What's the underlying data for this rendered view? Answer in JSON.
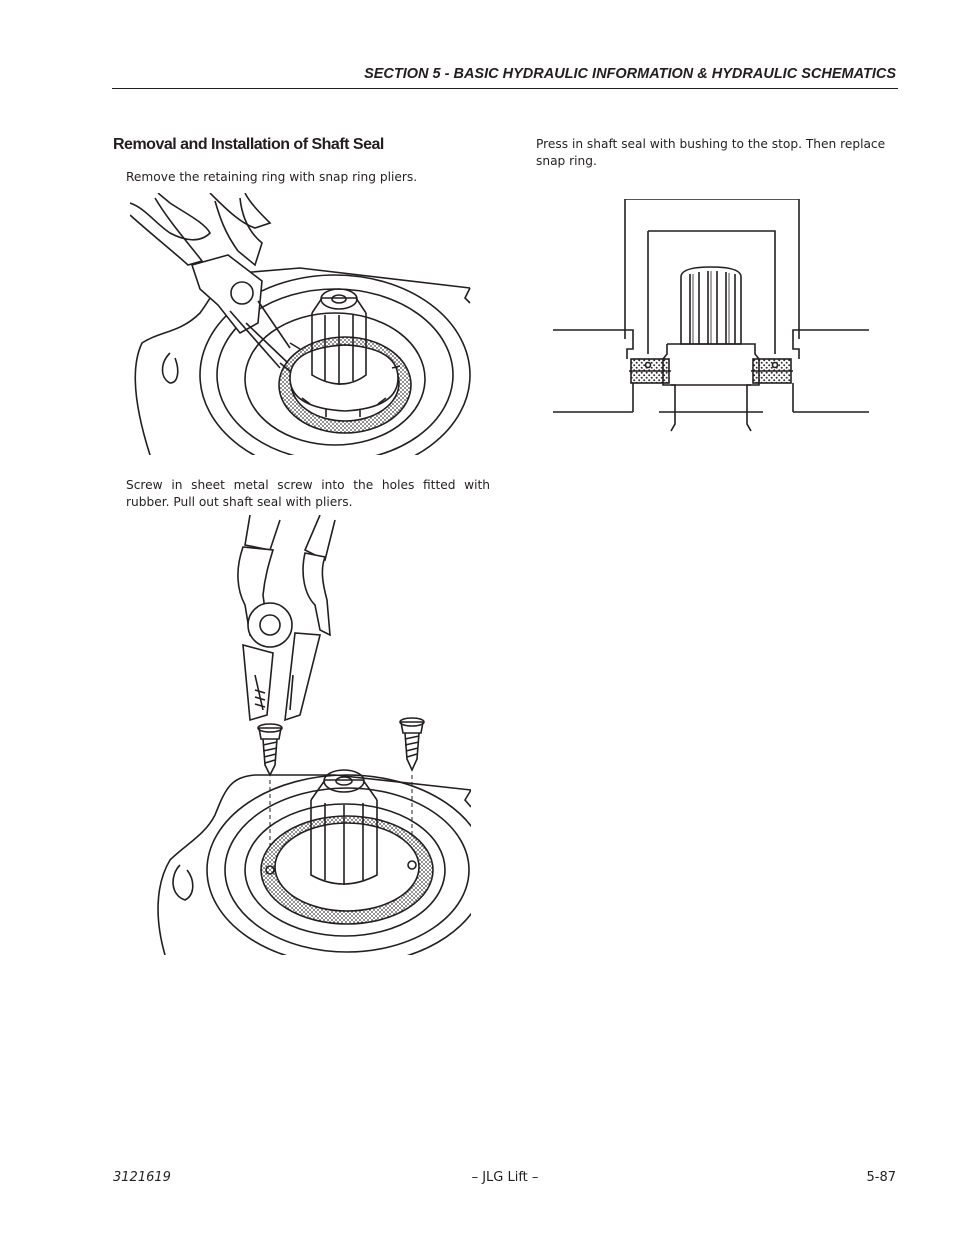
{
  "header": {
    "section_title": "SECTION 5 - BASIC HYDRAULIC INFORMATION & HYDRAULIC SCHEMATICS"
  },
  "main": {
    "heading": "Removal and Installation of Shaft Seal",
    "step1": "Remove the retaining ring with snap ring pliers.",
    "step2": "Screw in sheet metal screw into the holes fitted with rubber. Pull out shaft seal with pliers.",
    "step3": "Press in shaft seal with bushing to the stop. Then replace snap ring."
  },
  "footer": {
    "doc_number": "3121619",
    "brand": "– JLG Lift –",
    "page_number": "5-87"
  }
}
